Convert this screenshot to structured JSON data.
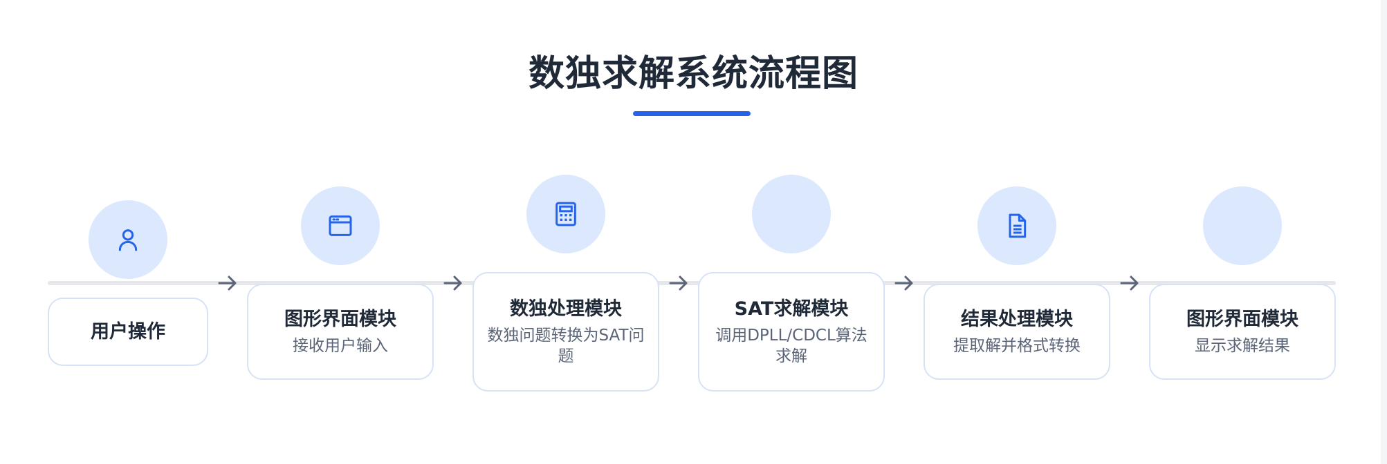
{
  "title": "数独求解系统流程图",
  "colors": {
    "accent": "#2563eb",
    "circle_fill": "#dbe8fd",
    "card_border": "#d6e2f5",
    "track": "#e5e7eb",
    "arrow": "#5b6577",
    "title_text": "#1f2937"
  },
  "steps": [
    {
      "icon": "user-icon",
      "title": "用户操作",
      "subtitle": ""
    },
    {
      "icon": "window-icon",
      "title": "图形界面模块",
      "subtitle": "接收用户输入"
    },
    {
      "icon": "calculator-icon",
      "title": "数独处理模块",
      "subtitle": "数独问题转换为SAT问题"
    },
    {
      "icon": "",
      "title": "SAT求解模块",
      "subtitle": "调用DPLL/CDCL算法求解"
    },
    {
      "icon": "document-icon",
      "title": "结果处理模块",
      "subtitle": "提取解并格式转换"
    },
    {
      "icon": "",
      "title": "图形界面模块",
      "subtitle": "显示求解结果"
    }
  ]
}
